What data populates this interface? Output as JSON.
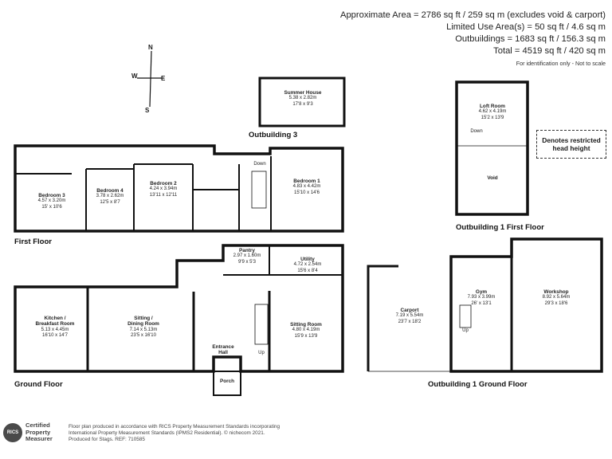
{
  "areas": {
    "approx": "Approximate Area = 2786 sq ft / 259 sq m (excludes void & carport)",
    "limited": "Limited Use Area(s) = 50 sq ft / 4.6 sq m",
    "outbuildings": "Outbuildings = 1683 sq ft / 156.3 sq m",
    "total": "Total = 4519 sq ft / 420 sq m",
    "note": "For identification only - Not to scale"
  },
  "compass": {
    "n": "N",
    "s": "S",
    "e": "E",
    "w": "W"
  },
  "floors": {
    "first": "First Floor",
    "ground": "Ground Floor",
    "ob3": "Outbuilding 3",
    "ob1_first": "Outbuilding 1 First Floor",
    "ob1_ground": "Outbuilding 1 Ground Floor"
  },
  "rooms": {
    "summer": {
      "name": "Summer House",
      "m": "5.38 x 2.82m",
      "ft": "17'8 x 9'3"
    },
    "loft": {
      "name": "Loft Room",
      "m": "4.62 x 4.19m",
      "ft": "15'2 x 13'9"
    },
    "void": {
      "name": "Void"
    },
    "bed3": {
      "name": "Bedroom 3",
      "m": "4.57 x 3.20m",
      "ft": "15' x 10'6"
    },
    "bed4": {
      "name": "Bedroom 4",
      "m": "3.78 x 2.62m",
      "ft": "12'5 x 8'7"
    },
    "bed2": {
      "name": "Bedroom 2",
      "m": "4.24 x 3.94m",
      "ft": "13'11 x 12'11"
    },
    "bed1": {
      "name": "Bedroom 1",
      "m": "4.83 x 4.42m",
      "ft": "15'10 x 14'6"
    },
    "pantry": {
      "name": "Pantry",
      "m": "2.97 x 1.60m",
      "ft": "9'9 x 5'3"
    },
    "utility": {
      "name": "Utility",
      "m": "4.72 x 2.54m",
      "ft": "15'6 x 8'4"
    },
    "kitchen": {
      "name": "Kitchen /",
      "name2": "Breakfast Room",
      "m": "5.13 x 4.45m",
      "ft": "16'10 x 14'7"
    },
    "sitting_dining": {
      "name": "Sitting /",
      "name2": "Dining Room",
      "m": "7.14 x 5.13m",
      "ft": "23'5 x 16'10"
    },
    "sitting": {
      "name": "Sitting Room",
      "m": "4.80 x 4.19m",
      "ft": "15'9 x 13'9"
    },
    "entrance": {
      "name": "Entrance",
      "name2": "Hall"
    },
    "porch": {
      "name": "Porch"
    },
    "carport": {
      "name": "Carport",
      "m": "7.19 x 5.54m",
      "ft": "23'7 x 18'2"
    },
    "gym": {
      "name": "Gym",
      "m": "7.93 x 3.99m",
      "ft": "26' x 13'1"
    },
    "workshop": {
      "name": "Workshop",
      "m": "8.92 x 5.64m",
      "ft": "29'3 x 18'6"
    }
  },
  "stair_labels": {
    "down_first": "Down",
    "down_loft": "Down",
    "up_ground": "Up",
    "up_gym": "Up"
  },
  "legend": {
    "restricted": "Denotes restricted head height"
  },
  "footer": {
    "badge_circle": "RICS",
    "badge_l1": "Certified",
    "badge_l2": "Property",
    "badge_l3": "Measurer",
    "line1": "Floor plan produced in accordance with RICS Property Measurement Standards incorporating",
    "line2": "International Property Measurement Standards (IPMS2 Residential). © nichecom 2021.",
    "line3": "Produced for Stags.  REF: 710585"
  }
}
